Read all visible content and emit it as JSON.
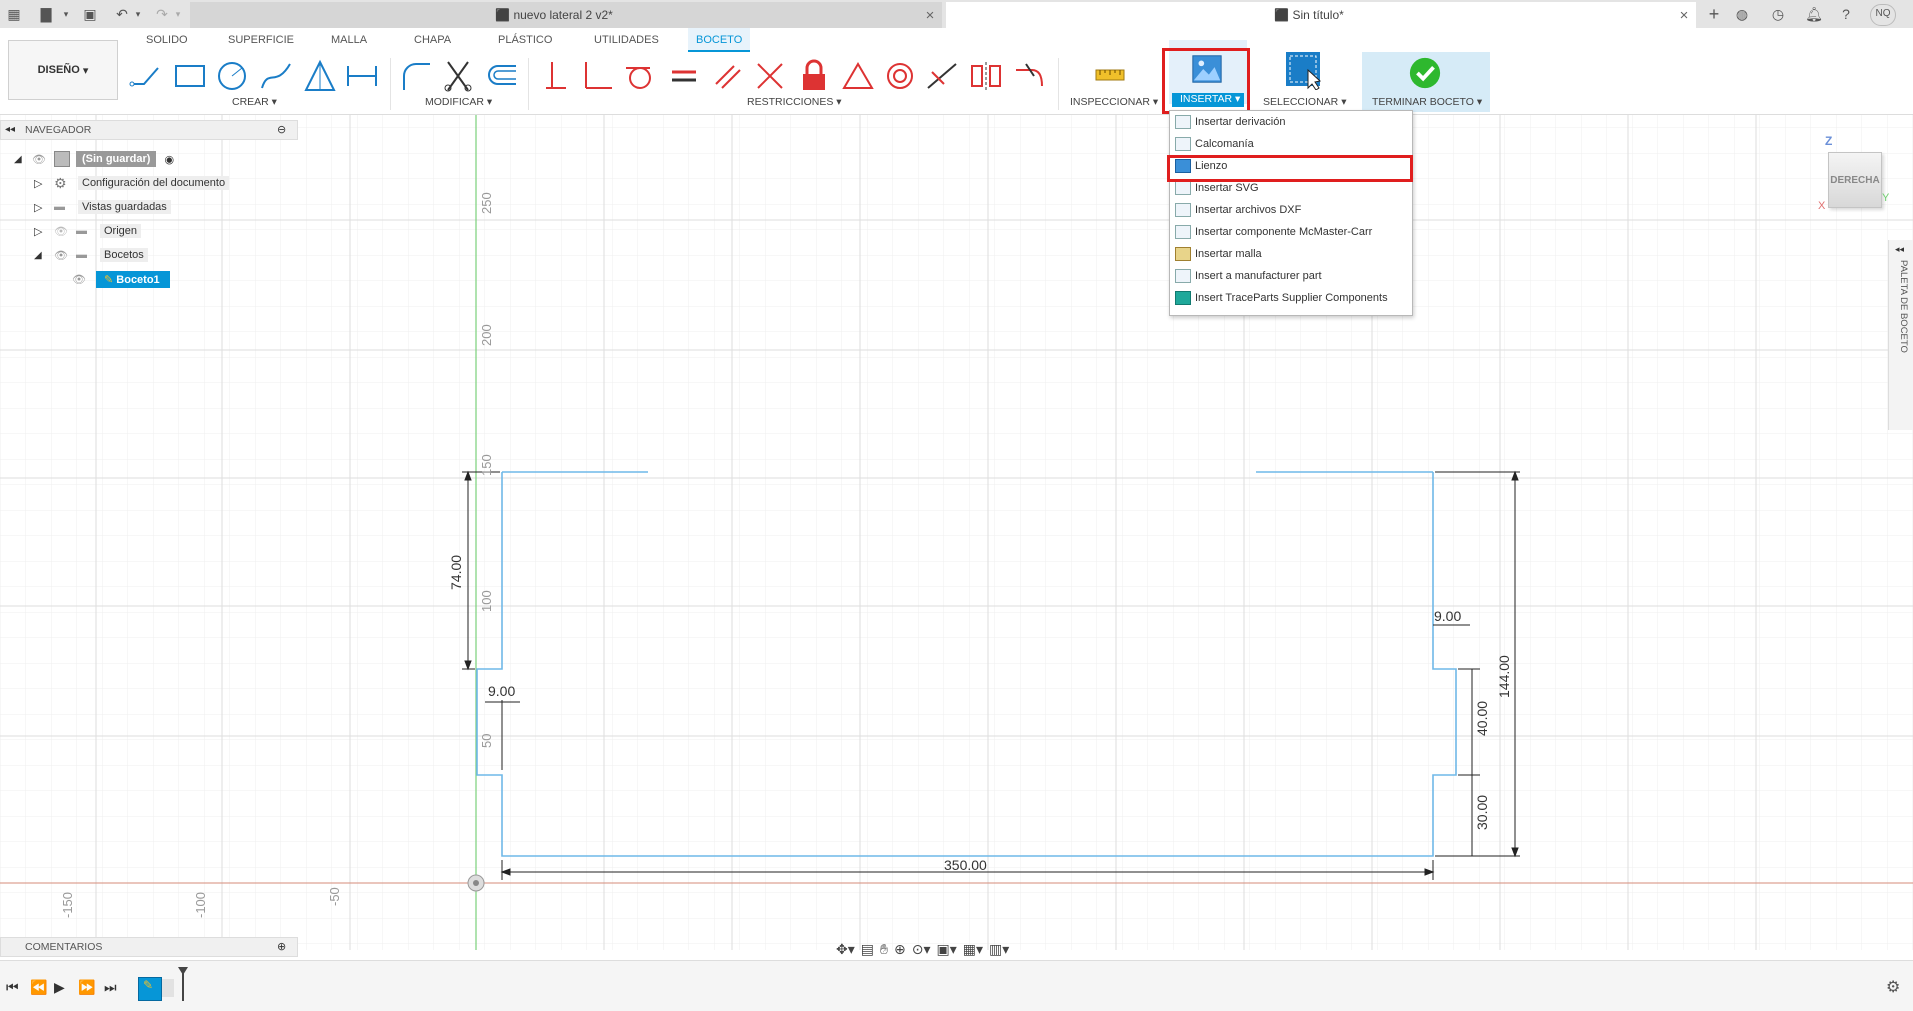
{
  "tabs": [
    {
      "title": "nuevo lateral 2 v2*"
    },
    {
      "title": "Sin título*"
    }
  ],
  "user_initials": "NQ",
  "ribbon": {
    "workspace": "DISEÑO",
    "tabs": [
      "SOLIDO",
      "SUPERFICIE",
      "MALLA",
      "CHAPA",
      "PLÁSTICO",
      "UTILIDADES",
      "BOCETO"
    ],
    "active_tab": "BOCETO",
    "groups": {
      "crear": "CREAR",
      "modificar": "MODIFICAR",
      "restricciones": "RESTRICCIONES",
      "inspeccionar": "INSPECCIONAR",
      "insertar": "INSERTAR",
      "seleccionar": "SELECCIONAR",
      "terminar": "TERMINAR BOCETO"
    }
  },
  "navigator": {
    "title": "NAVEGADOR",
    "root": "(Sin guardar)",
    "items": [
      "Configuración del documento",
      "Vistas guardadas",
      "Origen",
      "Bocetos",
      "Boceto1"
    ]
  },
  "insert_menu": {
    "items": [
      "Insertar derivación",
      "Calcomanía",
      "Lienzo",
      "Insertar SVG",
      "Insertar archivos DXF",
      "Insertar componente McMaster-Carr",
      "Insertar malla",
      "Insert a manufacturer part",
      "Insert TraceParts Supplier Components"
    ],
    "highlighted": "Lienzo"
  },
  "viewcube": {
    "face": "DERECHA",
    "axis_z": "Z",
    "axis_y": "Y",
    "axis_x": "X"
  },
  "side_palette": "PALETA DE BOCETO",
  "comments": "COMENTARIOS",
  "axis_labels": {
    "vertical": [
      "250",
      "200",
      "150",
      "100",
      "50"
    ],
    "horizontal": [
      "-150",
      "-100",
      "-50"
    ]
  },
  "dimensions": {
    "d74": "74.00",
    "d9_left": "9.00",
    "d9_right": "9.00",
    "d40": "40.00",
    "d30": "30.00",
    "d144": "144.00",
    "d350": "350.00"
  },
  "colors": {
    "accent": "#0696d7",
    "highlight": "#e01e1e",
    "sketch": "#6fb8e8",
    "finish": "#2eb82e"
  }
}
